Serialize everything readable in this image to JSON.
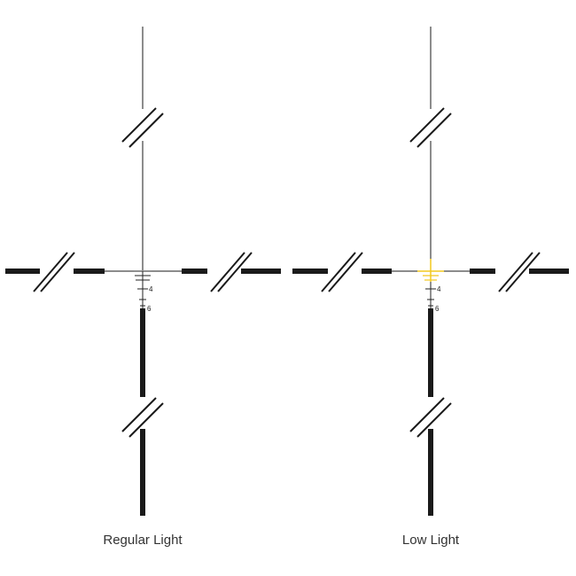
{
  "reticles": [
    {
      "caption": "Regular Light",
      "markers": [
        "4",
        "6"
      ],
      "center_color": "#222222",
      "line_color": "#1a1a1a"
    },
    {
      "caption": "Low Light",
      "markers": [
        "4",
        "6"
      ],
      "center_color": "#f2c81e",
      "line_color": "#1a1a1a"
    }
  ]
}
